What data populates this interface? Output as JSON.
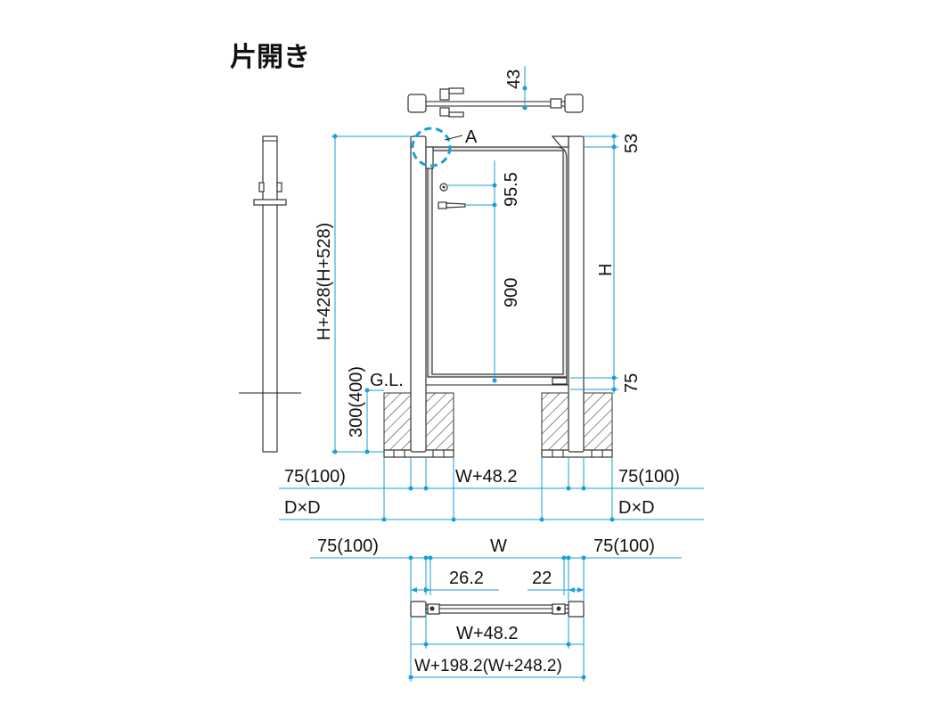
{
  "title": "片開き",
  "labels": {
    "detail_a": "A",
    "ground_level": "G.L.",
    "top_43": "43",
    "top_53": "53",
    "dim_95_5": "95.5",
    "dim_900": "900",
    "dim_h": "H",
    "dim_75": "75",
    "overall_height": "H+428(H+528)",
    "embed_depth": "300(400)",
    "post_left": "75(100)",
    "opening_mid": "W+48.2",
    "post_right": "75(100)",
    "footing_left": "D×D",
    "footing_right": "D×D",
    "plan_post_left": "75(100)",
    "plan_w": "W",
    "plan_post_right": "75(100)",
    "plan_26_2": "26.2",
    "plan_22": "22",
    "plan_w_48_2": "W+48.2",
    "plan_total": "W+198.2(W+248.2)"
  },
  "colors": {
    "dimension_line": "#1a9fd6",
    "outline": "#333333",
    "post_fill": "#ffffff",
    "gate_fill": "#e9e9e9"
  }
}
